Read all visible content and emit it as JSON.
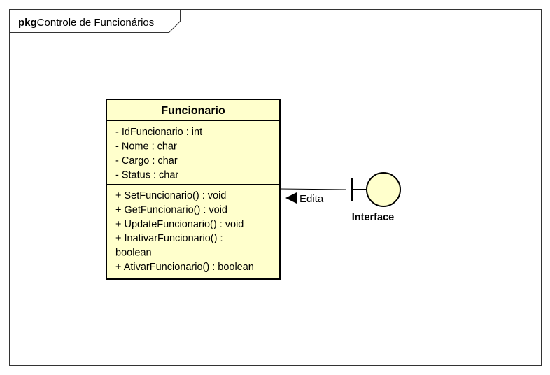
{
  "frame": {
    "keyword": "pkg",
    "title": "Controle de Funcionários"
  },
  "class": {
    "name": "Funcionario",
    "attributes": [
      "- IdFuncionario : int",
      "- Nome : char",
      "- Cargo : char",
      "- Status : char"
    ],
    "operations": [
      "+ SetFuncionario() : void",
      "+ GetFuncionario() : void",
      "+ UpdateFuncionario() : void",
      "+ InativarFuncionario() :",
      "boolean",
      "+ AtivarFuncionario() : boolean"
    ]
  },
  "association": {
    "label": "Edita",
    "direction_icon": "filled-triangle-left-icon"
  },
  "boundary": {
    "name": "Interface",
    "icon": "boundary-icon"
  },
  "colors": {
    "class_fill": "#ffffcc",
    "boundary_fill": "#ffffcc",
    "stroke": "#000000",
    "frame_stroke": "#333333"
  }
}
